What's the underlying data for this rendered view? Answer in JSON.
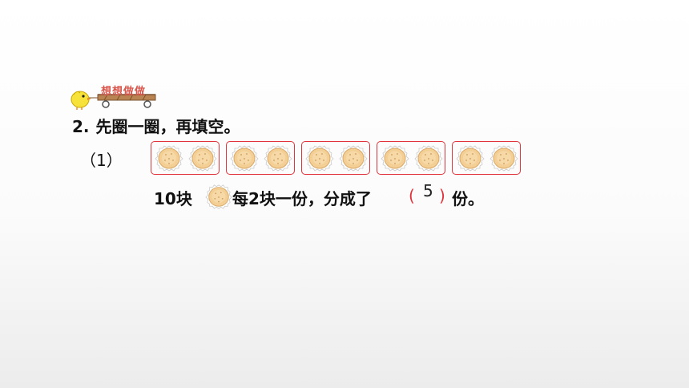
{
  "header": {
    "badge_label": "想想做做"
  },
  "question": {
    "number": "2.",
    "instruction": "先圈一圈，再填空。"
  },
  "part": {
    "label": "（1）"
  },
  "groups_count": 5,
  "cookies_per_group": 2,
  "answer": {
    "prefix": "10块",
    "middle": "每2块一份，分成了",
    "open_paren": "(",
    "value": "5",
    "close_paren": ")",
    "suffix": "份。"
  },
  "colors": {
    "circle_red": "#e0333b",
    "cookie_fill": "#f3cf95",
    "badge_text": "#d8574d"
  }
}
